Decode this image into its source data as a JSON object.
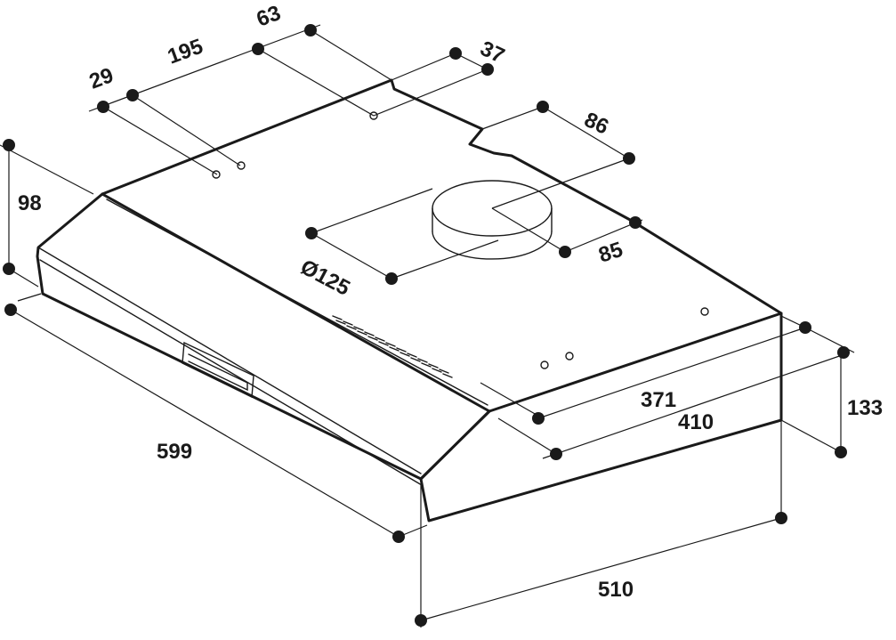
{
  "diagram": {
    "dimensions": {
      "d29": "29",
      "d195": "195",
      "d63": "63",
      "d37": "37",
      "d86": "86",
      "d85": "85",
      "d125": "Ø125",
      "d98": "98",
      "d599": "599",
      "d371": "371",
      "d410": "410",
      "d133": "133",
      "d510": "510"
    }
  }
}
